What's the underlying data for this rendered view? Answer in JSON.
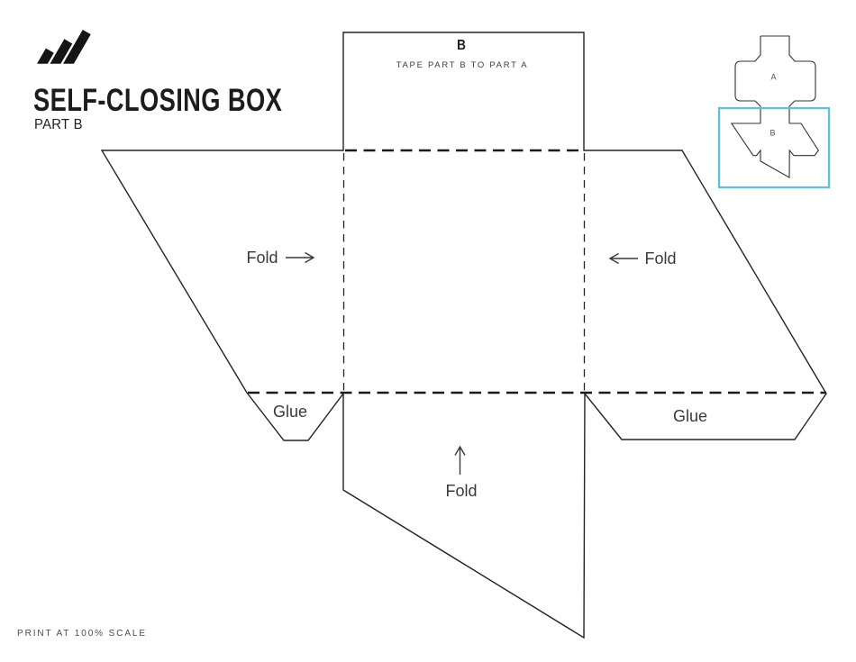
{
  "document": {
    "brand_logo": "adidas-logo",
    "title": "SELF-CLOSING BOX",
    "subtitle": "PART B",
    "footer_note": "PRINT AT 100% SCALE"
  },
  "template": {
    "tab_label": "B",
    "tab_instruction": "TAPE PART B TO PART A",
    "fold_label": "Fold",
    "glue_label": "Glue"
  },
  "reference": {
    "part_a_label": "A",
    "part_b_label": "B",
    "highlight_color": "#55C1EC"
  },
  "colors": {
    "line": "#242424",
    "fold_line": "#1b1b1b",
    "text": "#3a3a3a"
  }
}
